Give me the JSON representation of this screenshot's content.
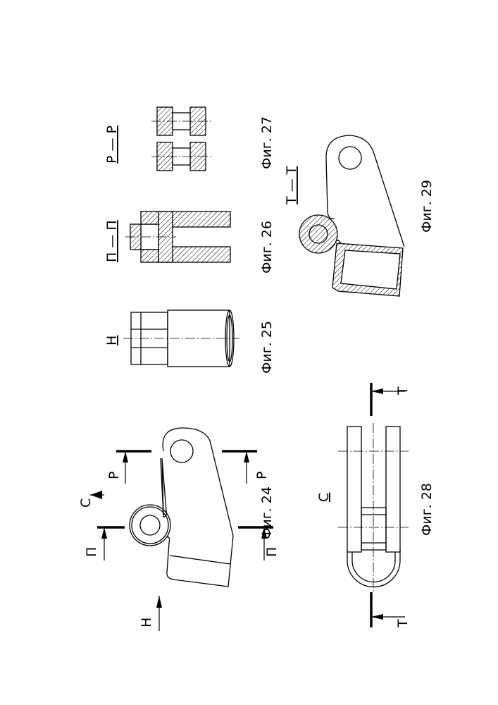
{
  "figures": {
    "fig24": {
      "caption": "Фиг. 24",
      "marks": {
        "view_h": "Н",
        "view_c": "С",
        "sec_p": "П",
        "sec_r": "Р"
      }
    },
    "fig25": {
      "caption": "Фиг. 25",
      "title": "Н"
    },
    "fig26": {
      "caption": "Фиг. 26",
      "title": "П — П"
    },
    "fig27": {
      "caption": "Фиг. 27",
      "title": "Р — Р"
    },
    "fig28": {
      "caption": "Фиг. 28",
      "title": "С",
      "marks": {
        "sec_t": "Т"
      }
    },
    "fig29": {
      "caption": "Фиг. 29",
      "title": "Т — Т"
    }
  },
  "colors": {
    "ink": "#000000",
    "paper": "#ffffff"
  }
}
